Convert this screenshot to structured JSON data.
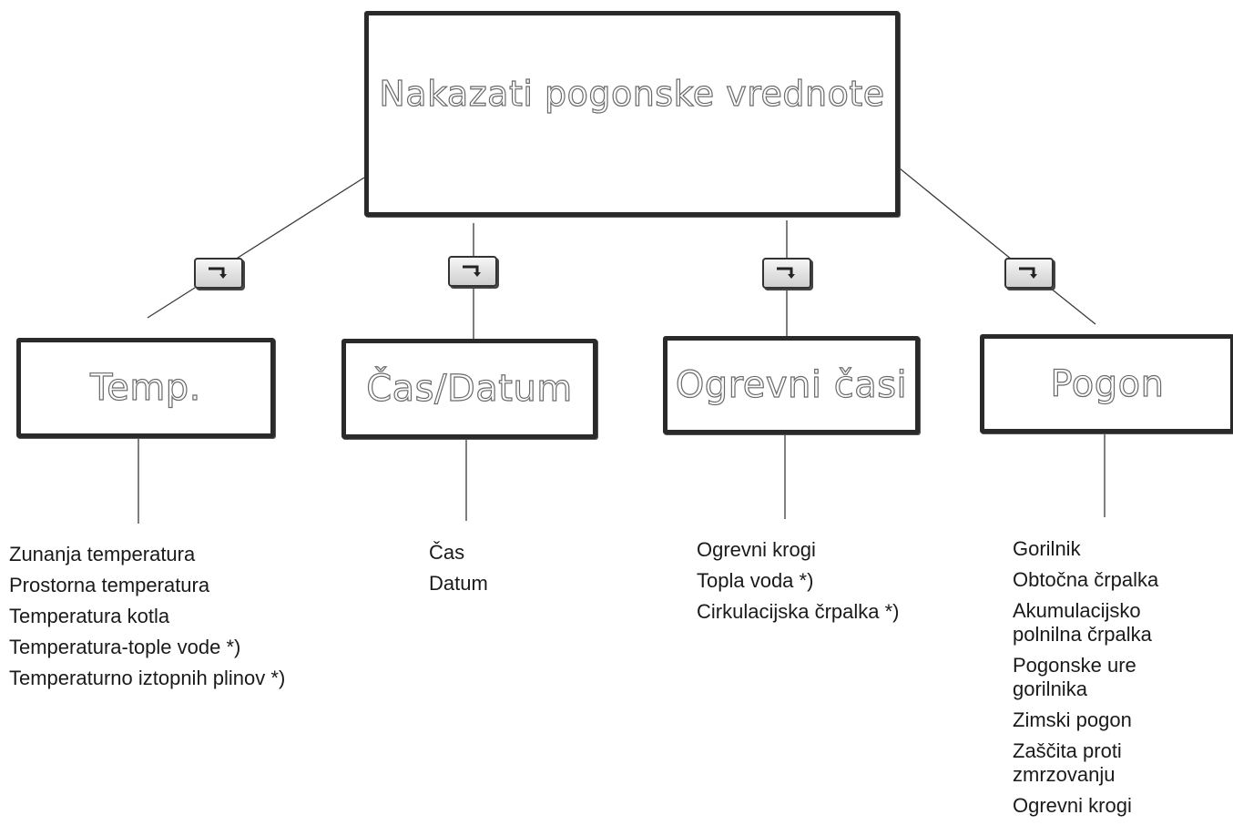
{
  "root": {
    "label": "Nakazati pogonske vrednote"
  },
  "branches": [
    {
      "label": "Temp.",
      "key_icon": "enter-key-icon",
      "items": [
        "Zunanja temperatura",
        "Prostorna temperatura",
        "Temperatura kotla",
        "Temperatura-tople vode *)",
        "Temperaturno iztopnih plinov *)"
      ]
    },
    {
      "label": "Čas/Datum",
      "key_icon": "enter-key-icon",
      "items": [
        "Čas",
        "Datum"
      ]
    },
    {
      "label": "Ogrevni časi",
      "key_icon": "enter-key-icon",
      "items": [
        "Ogrevni krogi",
        "Topla voda *)",
        "Cirkulacijska črpalka *)"
      ]
    },
    {
      "label": "Pogon",
      "key_icon": "enter-key-icon",
      "items": [
        "Gorilnik",
        "Obtočna črpalka",
        "Akumulacijsko polnilna črpalka",
        "Pogonske ure gorilnika",
        "Zimski pogon",
        "Zaščita proti zmrzovanju",
        "Ogrevni krogi"
      ]
    }
  ]
}
